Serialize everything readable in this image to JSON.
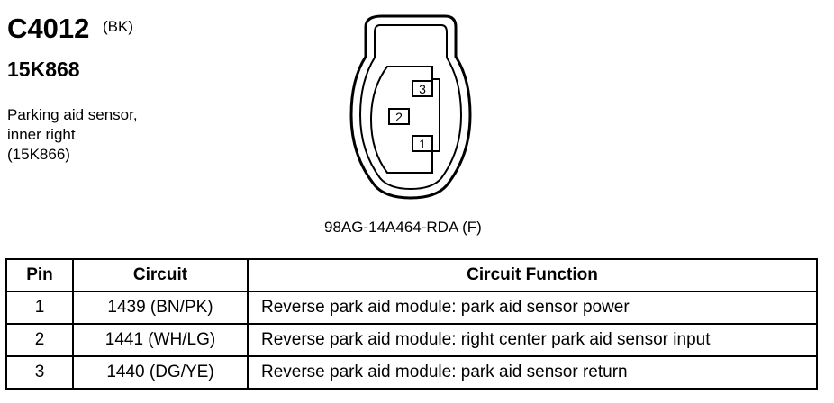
{
  "connector": {
    "id": "C4012",
    "color_code": "(BK)",
    "part_number": "15K868",
    "description_lines": [
      "Parking aid sensor,",
      "inner right",
      "(15K866)"
    ]
  },
  "diagram": {
    "pins": [
      "3",
      "2",
      "1"
    ],
    "caption": "98AG-14A464-RDA (F)"
  },
  "table": {
    "headers": {
      "pin": "Pin",
      "circuit": "Circuit",
      "function": "Circuit Function"
    },
    "rows": [
      {
        "pin": "1",
        "circuit": "1439 (BN/PK)",
        "function": "Reverse park aid module: park aid sensor power"
      },
      {
        "pin": "2",
        "circuit": "1441 (WH/LG)",
        "function": "Reverse park aid module: right center park aid sensor input"
      },
      {
        "pin": "3",
        "circuit": "1440 (DG/YE)",
        "function": "Reverse park aid module: park aid sensor return"
      }
    ]
  }
}
